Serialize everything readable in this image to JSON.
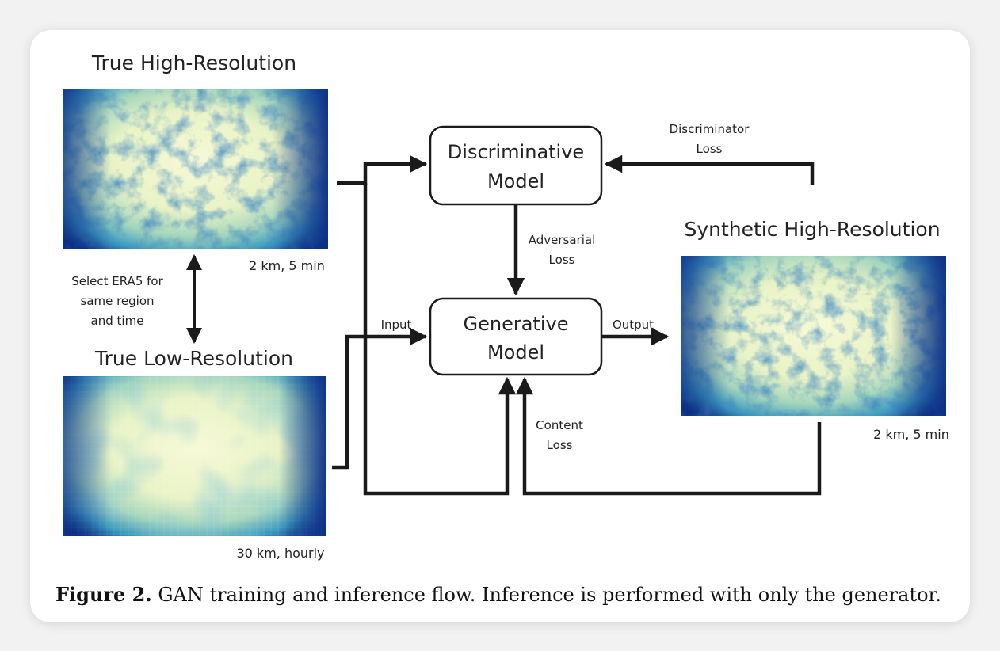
{
  "titles": {
    "true_high": "True High-Resolution",
    "true_low": "True Low-Resolution",
    "synthetic_high": "Synthetic High-Resolution"
  },
  "resolution_labels": {
    "true_high": "2 km, 5 min",
    "true_low": "30 km, hourly",
    "synthetic_high": "2 km, 5 min"
  },
  "select_note": [
    "Select ERA5 for",
    "same region",
    "and time"
  ],
  "boxes": {
    "discriminative": [
      "Discriminative",
      "Model"
    ],
    "generative": [
      "Generative",
      "Model"
    ]
  },
  "edge_labels": {
    "discriminator_loss": [
      "Discriminator",
      "Loss"
    ],
    "adversarial_loss": [
      "Adversarial",
      "Loss"
    ],
    "content_loss": [
      "Content",
      "Loss"
    ],
    "input": "Input",
    "output": "Output"
  },
  "caption": {
    "label": "Figure 2.",
    "text": " GAN training and inference flow. Inference is performed with only the generator."
  },
  "colors": {
    "map_dark": "#0d2f86",
    "map_mid": "#3c9bbf",
    "map_light": "#f4f8cc",
    "arrow": "#1a1a1a"
  }
}
